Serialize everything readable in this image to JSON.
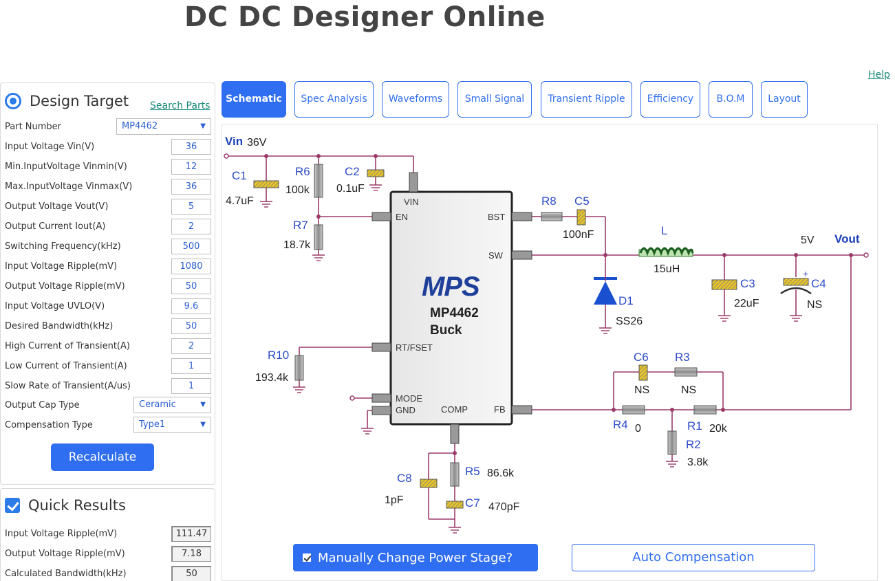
{
  "app": {
    "title": "DC DC Designer Online",
    "help": "Help"
  },
  "design_target": {
    "title": "Design Target",
    "search_link": "Search Parts",
    "part_number": {
      "label": "Part Number",
      "value": "MP4462"
    },
    "fields": [
      {
        "label": "Input Voltage Vin(V)",
        "value": "36"
      },
      {
        "label": "Min.InputVoltage Vinmin(V)",
        "value": "12"
      },
      {
        "label": "Max.InputVoltage Vinmax(V)",
        "value": "36"
      },
      {
        "label": "Output Voltage Vout(V)",
        "value": "5"
      },
      {
        "label": "Output Current Iout(A)",
        "value": "2"
      },
      {
        "label": "Switching Frequency(kHz)",
        "value": "500"
      },
      {
        "label": "Input Voltage Ripple(mV)",
        "value": "1080"
      },
      {
        "label": "Output Voltage Ripple(mV)",
        "value": "50"
      },
      {
        "label": "Input Voltage UVLO(V)",
        "value": "9.6"
      },
      {
        "label": "Desired Bandwidth(kHz)",
        "value": "50"
      },
      {
        "label": "High Current of Transient(A)",
        "value": "2"
      },
      {
        "label": "Low Current of Transient(A)",
        "value": "1"
      },
      {
        "label": "Slow Rate of Transient(A/us)",
        "value": "1"
      }
    ],
    "output_cap_type": {
      "label": "Output Cap Type",
      "value": "Ceramic"
    },
    "compensation_type": {
      "label": "Compensation Type",
      "value": "Type1"
    },
    "recalculate": "Recalculate"
  },
  "quick_results": {
    "title": "Quick Results",
    "rows": [
      {
        "label": "Input Voltage Ripple(mV)",
        "value": "111.47"
      },
      {
        "label": "Output Voltage Ripple(mV)",
        "value": "7.18"
      },
      {
        "label": "Calculated Bandwidth(kHz)",
        "value": "50"
      }
    ]
  },
  "tabs": [
    {
      "label": "Schematic",
      "active": true
    },
    {
      "label": "Spec Analysis"
    },
    {
      "label": "Waveforms"
    },
    {
      "label": "Small Signal"
    },
    {
      "label": "Transient Ripple"
    },
    {
      "label": "Efficiency"
    },
    {
      "label": "B.O.M"
    },
    {
      "label": "Layout"
    }
  ],
  "schematic": {
    "chip_logo": "MPS",
    "chip_part": "MP4462",
    "chip_type": "Buck",
    "pins": {
      "vin": "VIN",
      "en": "EN",
      "bst": "BST",
      "sw": "SW",
      "rt": "RT/FSET",
      "mode": "MODE",
      "gnd": "GND",
      "comp": "COMP",
      "fb": "FB"
    },
    "vin_label": "Vin",
    "vin_value": "36V",
    "vout_label": "Vout",
    "vout_value": "5V",
    "components": {
      "C1": {
        "name": "C1",
        "value": "4.7uF"
      },
      "R6": {
        "name": "R6",
        "value": "100k"
      },
      "C2": {
        "name": "C2",
        "value": "0.1uF"
      },
      "R7": {
        "name": "R7",
        "value": "18.7k"
      },
      "R8": {
        "name": "R8"
      },
      "C5": {
        "name": "C5",
        "value": "100nF"
      },
      "L": {
        "name": "L",
        "value": "15uH"
      },
      "D1": {
        "name": "D1",
        "value": "SS26"
      },
      "C3": {
        "name": "C3",
        "value": "22uF"
      },
      "C4": {
        "name": "C4",
        "value": "NS"
      },
      "R10": {
        "name": "R10",
        "value": "193.4k"
      },
      "C6": {
        "name": "C6",
        "value": "NS"
      },
      "R3": {
        "name": "R3",
        "value": "NS"
      },
      "R4": {
        "name": "R4",
        "value": "0"
      },
      "R1": {
        "name": "R1",
        "value": "20k"
      },
      "R2": {
        "name": "R2",
        "value": "3.8k"
      },
      "C8": {
        "name": "C8",
        "value": "1pF"
      },
      "R5": {
        "name": "R5",
        "value": "86.6k"
      },
      "C7": {
        "name": "C7",
        "value": "470pF"
      }
    }
  },
  "actions": {
    "manual": "Manually Change Power Stage?",
    "auto": "Auto Compensation"
  },
  "colors": {
    "accent": "#2f6ef0",
    "wire": "#9b3a6a",
    "link": "#1a8a7a",
    "label": "#2b4bc8"
  }
}
